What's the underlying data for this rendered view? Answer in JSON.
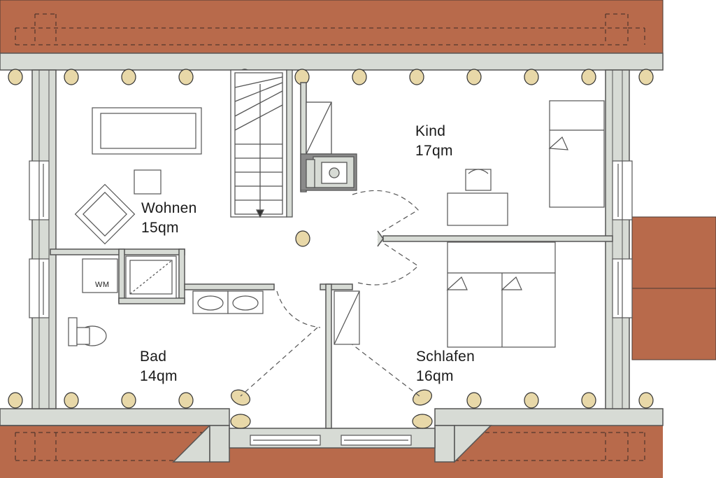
{
  "colors": {
    "roof": "#b86a4b",
    "wall_fill": "#d7dbd5",
    "wall_stroke": "#555555",
    "beam": "#e8d8a8",
    "dark_wall": "#8a8a8a"
  },
  "rooms": {
    "wohnen": {
      "name": "Wohnen",
      "area": "15qm"
    },
    "kind": {
      "name": "Kind",
      "area": "17qm"
    },
    "bad": {
      "name": "Bad",
      "area": "14qm"
    },
    "schlafen": {
      "name": "Schlafen",
      "area": "16qm"
    }
  },
  "fixtures": {
    "washing_machine": "WM"
  }
}
